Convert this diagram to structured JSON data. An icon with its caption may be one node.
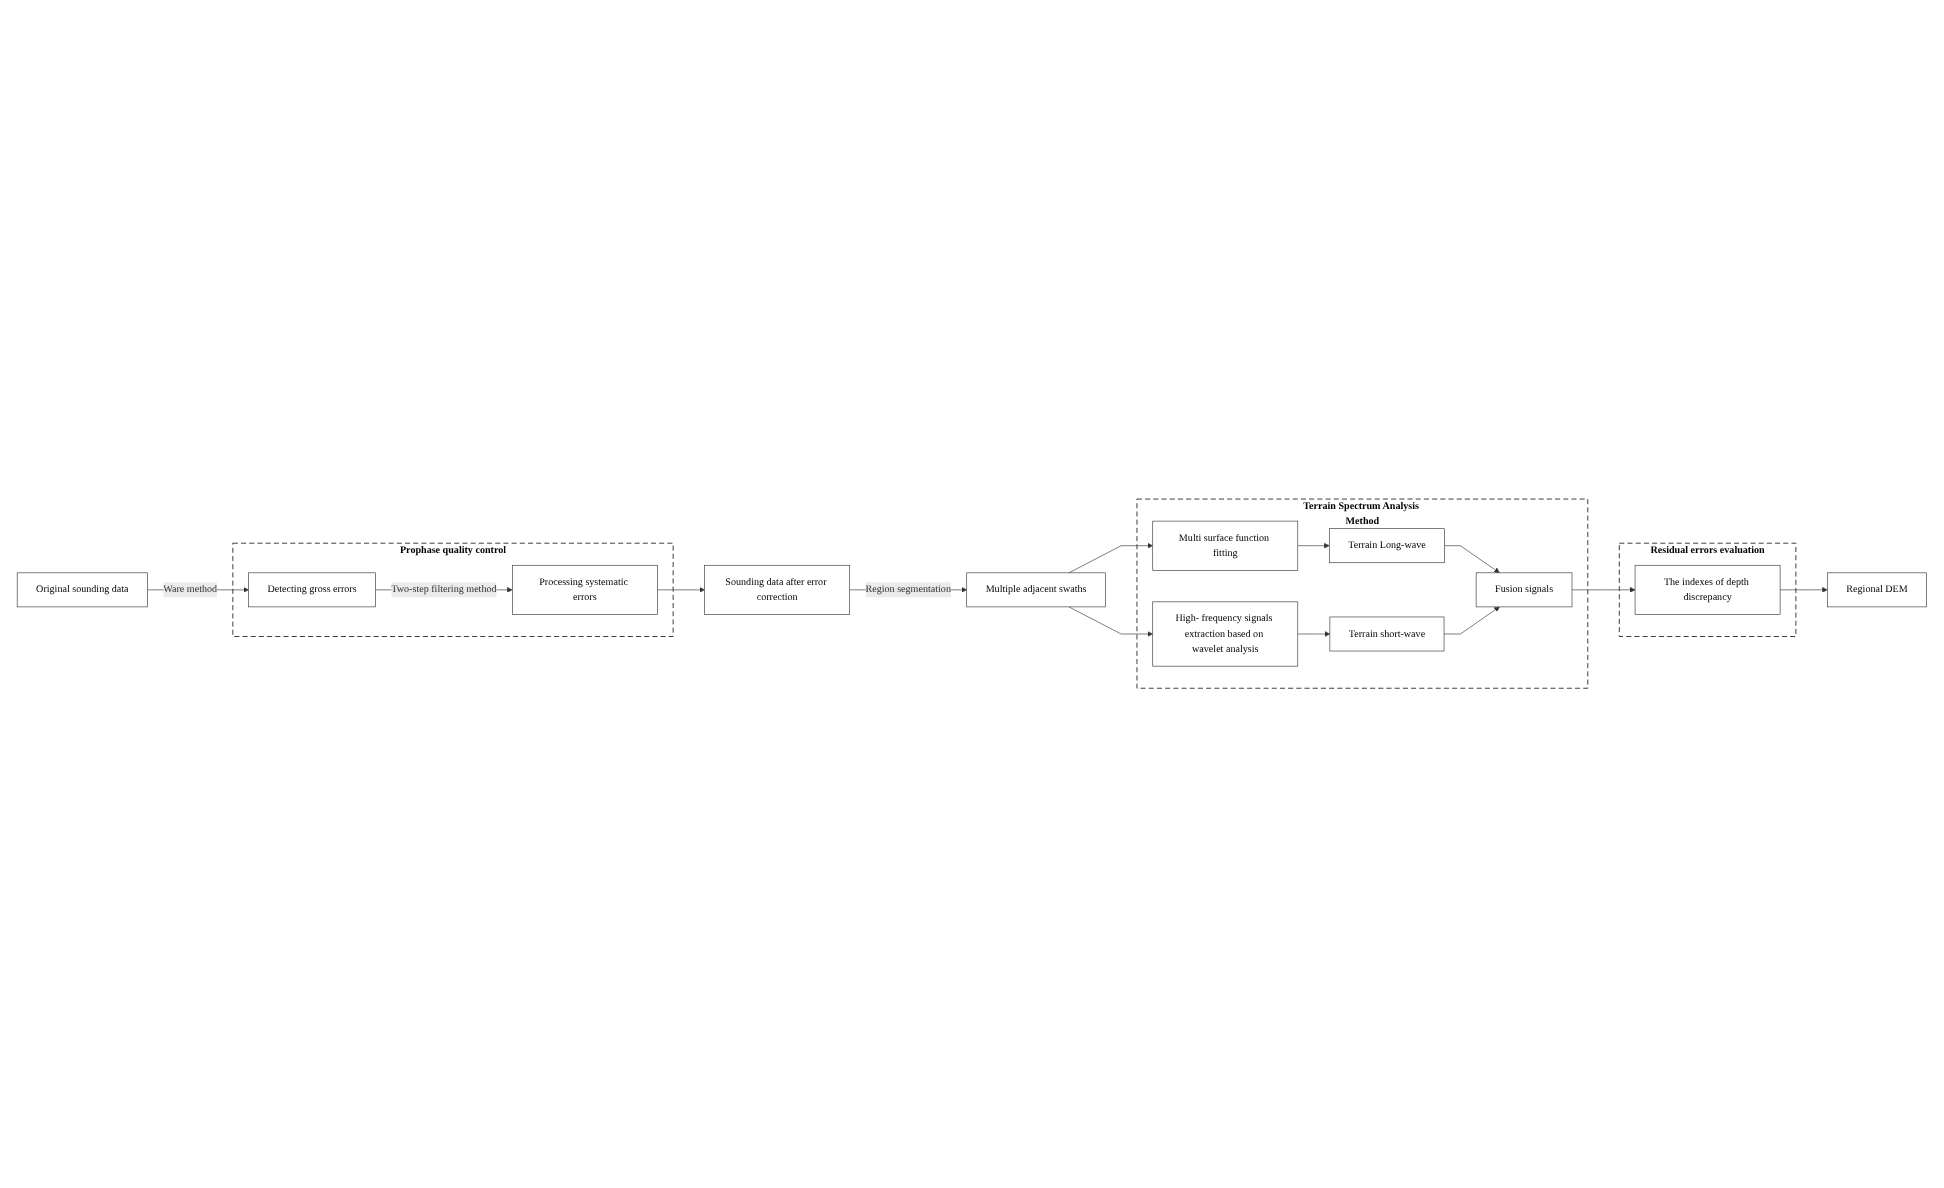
{
  "diagram": {
    "nodes": [
      {
        "text": [
          "Original sounding data"
        ]
      },
      {
        "text": [
          "Prophase quality control"
        ]
      },
      {
        "text": [
          "Detecting gross errors"
        ],
        "in": 1
      },
      {
        "text": [
          "Processing systematic errors"
        ],
        "in": 1
      },
      {
        "text": [
          "Sounding data after error correction"
        ]
      },
      {
        "text": [
          "Terrain Spectrum Analysis Method"
        ]
      },
      {
        "text": [
          "Fusion signals"
        ],
        "in": 5
      },
      {
        "text": [
          "Terrain Long-wave"
        ],
        "in": 5
      },
      {
        "text": [
          "Multi surface function fitting"
        ],
        "in": 5
      },
      {
        "text": [
          "Terrain short-wave"
        ],
        "in": 5
      },
      {
        "text": [
          "High- frequency signals extraction based on wavelet analysis"
        ],
        "in": 5
      },
      {
        "text": [
          "Multiple adjacent swaths"
        ]
      },
      {
        "text": [
          "Residual errors evaluation"
        ]
      },
      {
        "text": [
          "The indexes of depth discrepancy"
        ],
        "in": 12
      },
      {
        "text": [
          "Regional DEM"
        ]
      }
    ],
    "edges": [
      {
        "from": 0,
        "to": 2,
        "arrow": "to",
        "label": "Ware method"
      },
      {
        "from": 2,
        "to": 3,
        "arrow": "to",
        "label": "Two-step filtering method"
      },
      {
        "from": 3,
        "to": 4,
        "arrow": "to"
      },
      {
        "from": 4,
        "to": 11,
        "arrow": "to",
        "label": "Region segmentation"
      },
      {
        "from": 11,
        "to": 8,
        "arrow": "to"
      },
      {
        "from": 11,
        "to": 10,
        "arrow": "to"
      },
      {
        "from": 8,
        "to": 7,
        "arrow": "to"
      },
      {
        "from": 10,
        "to": 9,
        "arrow": "to"
      },
      {
        "from": 7,
        "to": 6,
        "arrow": "to"
      },
      {
        "from": 9,
        "to": 6,
        "arrow": "to"
      },
      {
        "from": 6,
        "to": 13,
        "arrow": "to"
      },
      {
        "from": 13,
        "to": 14,
        "arrow": "to"
      }
    ]
  }
}
